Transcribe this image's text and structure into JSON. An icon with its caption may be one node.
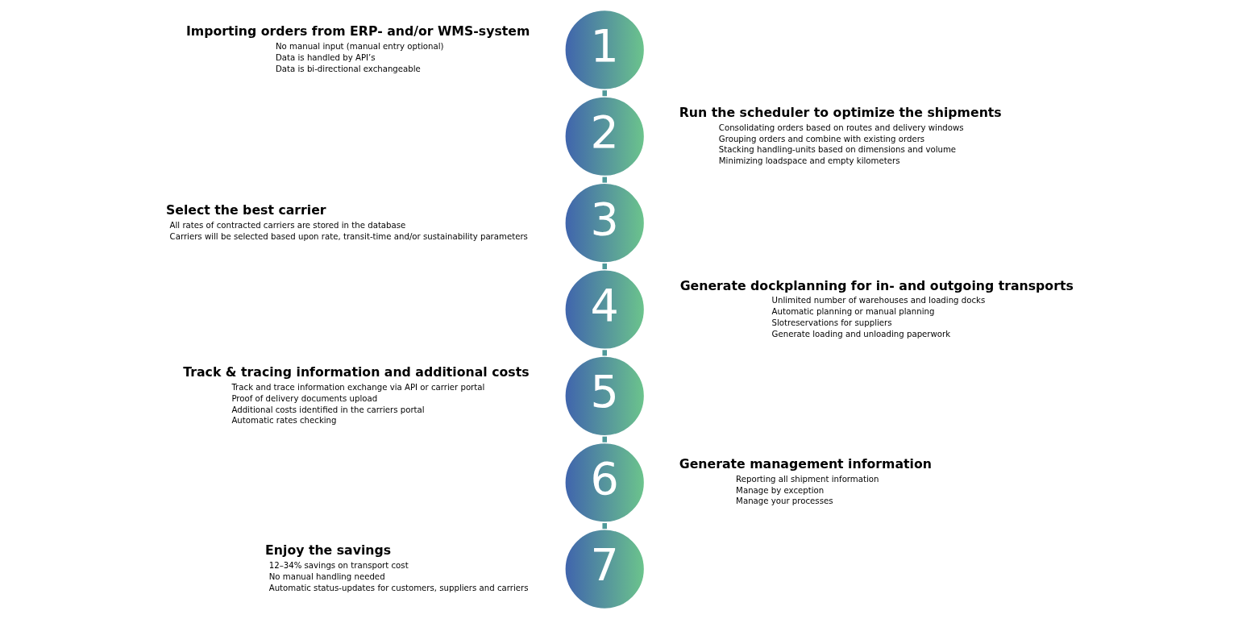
{
  "diagram": {
    "nodes": [
      {
        "text": [
          "1"
        ],
        "beside": [
          "Importing orders from ERP- and/or WMS-system",
          "No manual input (manual entry optional)",
          "Data is handled by API’s",
          "Data is bi-directional exchangeable"
        ]
      },
      {
        "text": [
          "2"
        ],
        "beside": [
          "Run the scheduler to optimize the shipments",
          "Consolidating orders based on routes and delivery windows",
          "Grouping orders and combine with existing orders",
          "Stacking handling-units based on dimensions and volume",
          "Minimizing loadspace and empty kilometers"
        ]
      },
      {
        "text": [
          "3"
        ],
        "beside": [
          "Select the best carrier",
          "All rates of contracted carriers are stored in the database",
          "Carriers will be selected based upon rate, transit-time and/or sustainability parameters"
        ]
      },
      {
        "text": [
          "4"
        ],
        "beside": [
          "Generate dockplanning for in- and outgoing transports",
          "Unlimited number of warehouses and loading docks",
          "Automatic planning or manual planning",
          "Slotreservations for suppliers",
          "Generate loading and unloading paperwork"
        ]
      },
      {
        "text": [
          "5"
        ],
        "beside": [
          "Track & tracing information and additional costs",
          "Track and trace information exchange via API or carrier portal",
          "Proof of delivery documents upload",
          "Additional costs identified in the carriers portal",
          "Automatic rates checking"
        ]
      },
      {
        "text": [
          "6"
        ],
        "beside": [
          "Generate management information",
          "Reporting all shipment information",
          "Manage by exception",
          "Manage your processes"
        ]
      },
      {
        "text": [
          "7"
        ],
        "beside": [
          "Enjoy the savings",
          "12–34% savings on transport cost",
          "No manual handling needed",
          "Automatic status-updates for customers, suppliers and carriers"
        ]
      }
    ],
    "edges": [
      {
        "from": 0,
        "to": 1,
        "arrow": "none"
      },
      {
        "from": 1,
        "to": 2,
        "arrow": "none"
      },
      {
        "from": 2,
        "to": 3,
        "arrow": "none"
      },
      {
        "from": 3,
        "to": 4,
        "arrow": "none"
      },
      {
        "from": 4,
        "to": 5,
        "arrow": "none"
      },
      {
        "from": 5,
        "to": 6,
        "arrow": "none"
      }
    ]
  }
}
